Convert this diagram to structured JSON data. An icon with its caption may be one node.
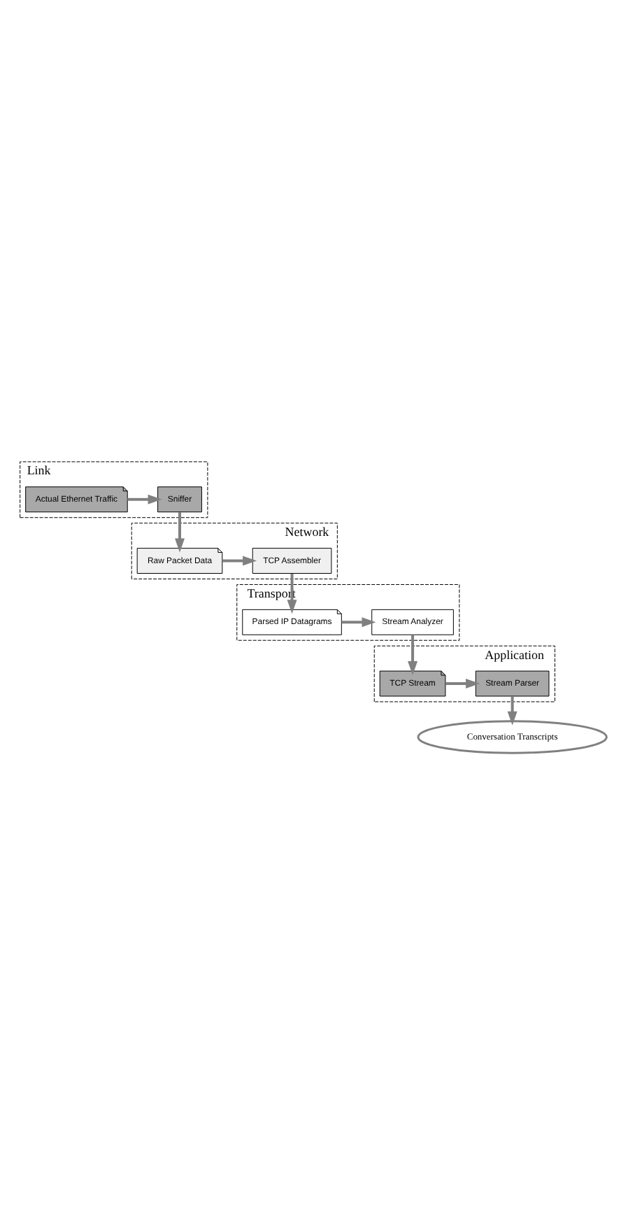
{
  "diagram": {
    "nodes": [
      {
        "text": [
          "Link"
        ]
      },
      {
        "text": [
          "Actual Ethernet Traffic"
        ],
        "in": 0
      },
      {
        "text": [
          "Sniffer"
        ],
        "in": 0
      },
      {
        "text": [
          "Network"
        ]
      },
      {
        "text": [
          "TCP Assembler"
        ],
        "in": 3
      },
      {
        "text": [
          "Raw Packet Data"
        ],
        "in": 3
      },
      {
        "text": [
          "Transport"
        ]
      },
      {
        "text": [
          "Parsed IP Datagrams"
        ],
        "in": 6
      },
      {
        "text": [
          "Stream Analyzer"
        ],
        "in": 6
      },
      {
        "text": [
          "Application"
        ]
      },
      {
        "text": [
          "Stream Parser"
        ],
        "in": 9
      },
      {
        "text": [
          "TCP Stream"
        ],
        "in": 9
      },
      {
        "text": [
          "Conversation Transcripts"
        ]
      }
    ],
    "edges": [
      {
        "from": 1,
        "to": 2,
        "arrow": "to"
      },
      {
        "from": 2,
        "to": 5,
        "arrow": "to"
      },
      {
        "from": 5,
        "to": 4,
        "arrow": "to"
      },
      {
        "from": 4,
        "to": 7,
        "arrow": "to"
      },
      {
        "from": 7,
        "to": 8,
        "arrow": "to"
      },
      {
        "from": 8,
        "to": 11,
        "arrow": "to"
      },
      {
        "from": 11,
        "to": 10,
        "arrow": "to"
      },
      {
        "from": 10,
        "to": 12,
        "arrow": "to"
      }
    ]
  }
}
